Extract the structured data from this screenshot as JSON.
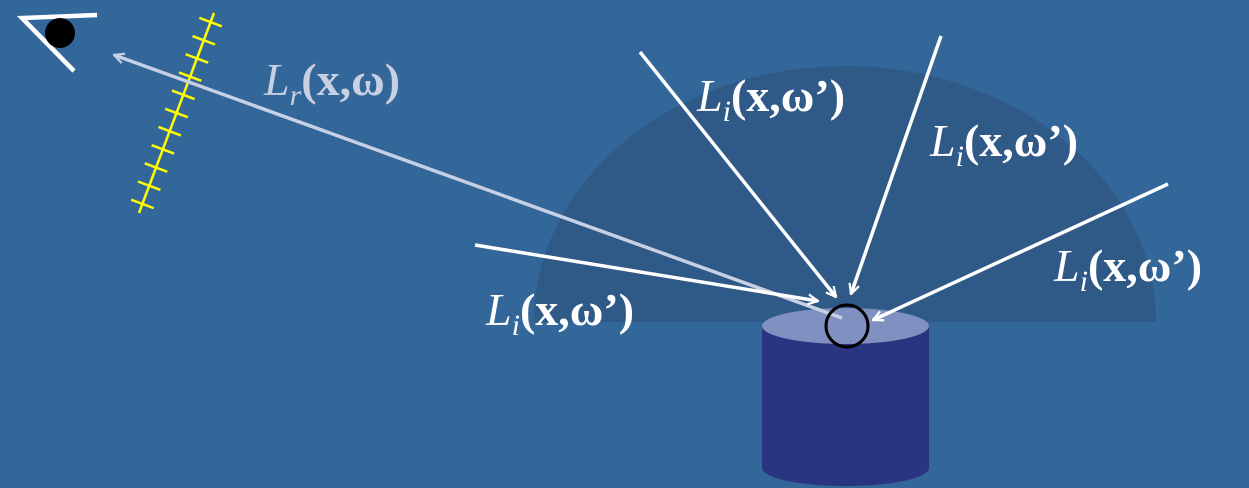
{
  "colors": {
    "background": "#336699",
    "hemisphere": "#2f5987",
    "cylinder_body": "#293580",
    "cylinder_top": "#8090c0",
    "sample_ray": "#c8d0e4",
    "incoming_rays": "#ffffff",
    "image_plane": "#ffff00",
    "eye": "#000000"
  },
  "labels": {
    "outgoing": {
      "symbol": "L",
      "sub": "r",
      "args": "(x,ω)"
    },
    "incoming": [
      {
        "symbol": "L",
        "sub": "i",
        "args": "(x,ω’)"
      },
      {
        "symbol": "L",
        "sub": "i",
        "args": "(x,ω’)"
      },
      {
        "symbol": "L",
        "sub": "i",
        "args": "(x,ω’)"
      },
      {
        "symbol": "L",
        "sub": "i",
        "args": "(x,ω’)"
      }
    ]
  }
}
